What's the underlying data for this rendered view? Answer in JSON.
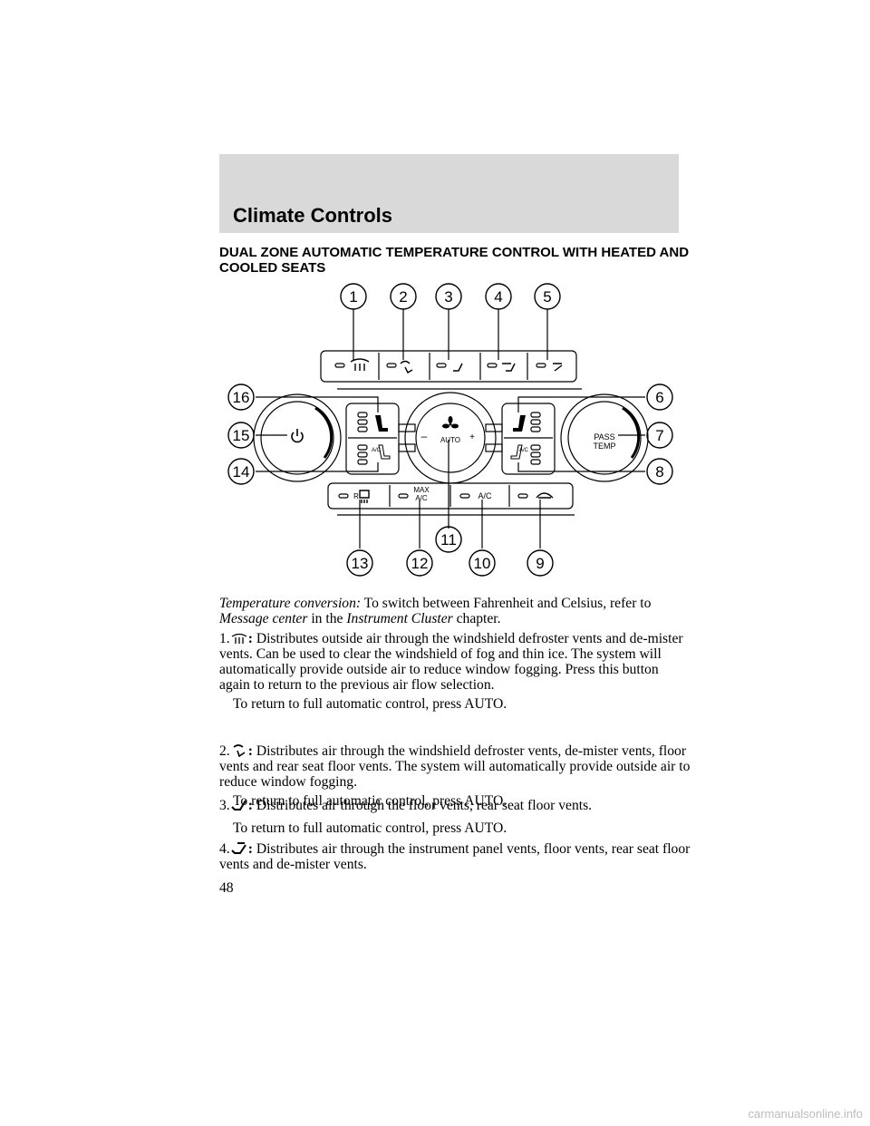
{
  "header": {
    "title": "Climate Controls"
  },
  "section_title": "DUAL ZONE AUTOMATIC TEMPERATURE CONTROL WITH HEATED AND COOLED SEATS",
  "diagram": {
    "callouts": [
      "1",
      "2",
      "3",
      "4",
      "5",
      "6",
      "7",
      "8",
      "9",
      "10",
      "11",
      "12",
      "13",
      "14",
      "15",
      "16"
    ],
    "panel_labels": {
      "auto": "AUTO",
      "pass_temp_1": "PASS",
      "pass_temp_2": "TEMP",
      "max_1": "MAX",
      "max_2": "A/C",
      "ac": "A/C",
      "r": "R",
      "seat_ac": "A/C",
      "minus": "–",
      "plus": "+"
    }
  },
  "body": {
    "conversion_label": "Temperature conversion:",
    "conversion_text_1": " To switch between Fahrenheit and Celsius, refer to ",
    "conversion_link_1": "Message center",
    "conversion_text_2": " in the ",
    "conversion_link_2": "Instrument Cluster",
    "conversion_text_3": " chapter.",
    "items": [
      {
        "num": "1.",
        "sep": ":",
        "text": "Distributes outside air through the windshield defroster vents and de-mister vents. Can be used to clear the windshield of fog and thin ice. The system will automatically provide outside air to reduce window fogging. Press this button again to return to the previous air flow selection.",
        "note": "To return to full automatic control, press AUTO."
      },
      {
        "num": "2.",
        "sep": ":",
        "text": "Distributes air through the windshield defroster vents, de-mister vents, floor vents and rear seat floor vents. The system will automatically provide outside air to reduce window fogging.",
        "note": "To return to full automatic control, press AUTO."
      },
      {
        "num": "3.",
        "sep": ":",
        "text": "Distributes air through the floor vents, rear seat floor vents.",
        "note": "To return to full automatic control, press AUTO."
      },
      {
        "num": "4.",
        "sep": ":",
        "text": "Distributes air through the instrument panel vents, floor vents, rear seat floor vents and de-mister vents."
      }
    ]
  },
  "page_number": "48",
  "watermark": "carmanualsonline.info"
}
